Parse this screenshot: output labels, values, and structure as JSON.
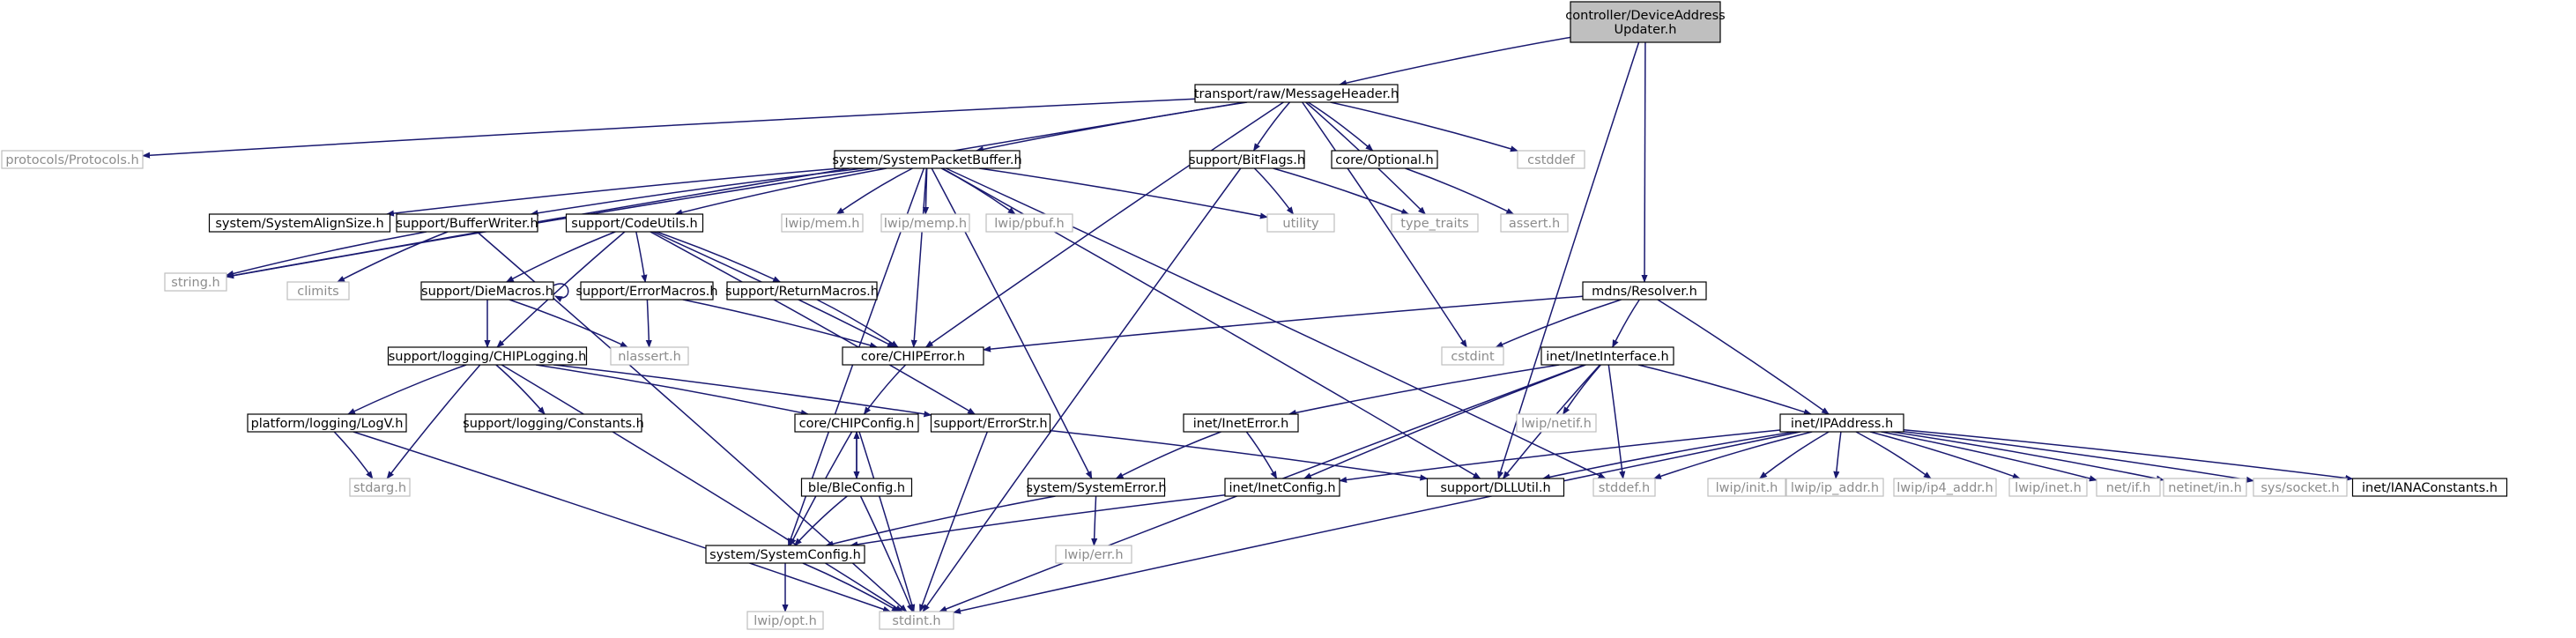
{
  "colors": {
    "edge": "#191970",
    "node_border": "#000000",
    "external_border": "#bfbfbf",
    "root_fill": "#bfbfbf",
    "text": "#000000",
    "external_text": "#8c8c8c"
  },
  "graph": {
    "nodes": [
      {
        "id": "root",
        "kind": "root",
        "label": [
          "controller/DeviceAddress",
          "Updater.h"
        ]
      },
      {
        "id": "messageheader",
        "kind": "file",
        "label": [
          "transport/raw/MessageHeader.h"
        ]
      },
      {
        "id": "protocols",
        "kind": "external",
        "label": [
          "protocols/Protocols.h"
        ]
      },
      {
        "id": "packetbuffer",
        "kind": "file",
        "label": [
          "system/SystemPacketBuffer.h"
        ]
      },
      {
        "id": "bitflags",
        "kind": "file",
        "label": [
          "support/BitFlags.h"
        ]
      },
      {
        "id": "optional",
        "kind": "file",
        "label": [
          "core/Optional.h"
        ]
      },
      {
        "id": "cstddef",
        "kind": "external",
        "label": [
          "cstddef"
        ]
      },
      {
        "id": "alignsize",
        "kind": "file",
        "label": [
          "system/SystemAlignSize.h"
        ]
      },
      {
        "id": "bufferwriter",
        "kind": "file",
        "label": [
          "support/BufferWriter.h"
        ]
      },
      {
        "id": "codeutils",
        "kind": "file",
        "label": [
          "support/CodeUtils.h"
        ]
      },
      {
        "id": "lwipmem",
        "kind": "external",
        "label": [
          "lwip/mem.h"
        ]
      },
      {
        "id": "lwipmemp",
        "kind": "external",
        "label": [
          "lwip/memp.h"
        ]
      },
      {
        "id": "lwippbuf",
        "kind": "external",
        "label": [
          "lwip/pbuf.h"
        ]
      },
      {
        "id": "utility",
        "kind": "external",
        "label": [
          "utility"
        ]
      },
      {
        "id": "typetraits",
        "kind": "external",
        "label": [
          "type_traits"
        ]
      },
      {
        "id": "asserth",
        "kind": "external",
        "label": [
          "assert.h"
        ]
      },
      {
        "id": "stringh",
        "kind": "external",
        "label": [
          "string.h"
        ]
      },
      {
        "id": "climits",
        "kind": "external",
        "label": [
          "climits"
        ]
      },
      {
        "id": "diemacros",
        "kind": "file",
        "label": [
          "support/DieMacros.h"
        ]
      },
      {
        "id": "errormacros",
        "kind": "file",
        "label": [
          "support/ErrorMacros.h"
        ]
      },
      {
        "id": "returnmacros",
        "kind": "file",
        "label": [
          "support/ReturnMacros.h"
        ]
      },
      {
        "id": "resolver",
        "kind": "file",
        "label": [
          "mdns/Resolver.h"
        ]
      },
      {
        "id": "chiplogging",
        "kind": "file",
        "label": [
          "support/logging/CHIPLogging.h"
        ]
      },
      {
        "id": "nlassert",
        "kind": "external",
        "label": [
          "nlassert.h"
        ]
      },
      {
        "id": "chiperror",
        "kind": "file",
        "label": [
          "core/CHIPError.h"
        ]
      },
      {
        "id": "cstdint",
        "kind": "external",
        "label": [
          "cstdint"
        ]
      },
      {
        "id": "inetinterface",
        "kind": "file",
        "label": [
          "inet/InetInterface.h"
        ]
      },
      {
        "id": "logv",
        "kind": "file",
        "label": [
          "platform/logging/LogV.h"
        ]
      },
      {
        "id": "constants",
        "kind": "file",
        "label": [
          "support/logging/Constants.h"
        ]
      },
      {
        "id": "chipconfig",
        "kind": "file",
        "label": [
          "core/CHIPConfig.h"
        ]
      },
      {
        "id": "errorstr",
        "kind": "file",
        "label": [
          "support/ErrorStr.h"
        ]
      },
      {
        "id": "ineterror",
        "kind": "file",
        "label": [
          "inet/InetError.h"
        ]
      },
      {
        "id": "netif",
        "kind": "external",
        "label": [
          "lwip/netif.h"
        ]
      },
      {
        "id": "ipaddress",
        "kind": "file",
        "label": [
          "inet/IPAddress.h"
        ]
      },
      {
        "id": "stdarg",
        "kind": "external",
        "label": [
          "stdarg.h"
        ]
      },
      {
        "id": "bleconfig",
        "kind": "file",
        "label": [
          "ble/BleConfig.h"
        ]
      },
      {
        "id": "systemerror",
        "kind": "file",
        "label": [
          "system/SystemError.h"
        ]
      },
      {
        "id": "inetconfig",
        "kind": "file",
        "label": [
          "inet/InetConfig.h"
        ]
      },
      {
        "id": "dllutil",
        "kind": "file",
        "label": [
          "support/DLLUtil.h"
        ]
      },
      {
        "id": "stddef",
        "kind": "external",
        "label": [
          "stddef.h"
        ]
      },
      {
        "id": "lwipinit",
        "kind": "external",
        "label": [
          "lwip/init.h"
        ]
      },
      {
        "id": "ipaddr",
        "kind": "external",
        "label": [
          "lwip/ip_addr.h"
        ]
      },
      {
        "id": "ip4addr",
        "kind": "external",
        "label": [
          "lwip/ip4_addr.h"
        ]
      },
      {
        "id": "lwipinet",
        "kind": "external",
        "label": [
          "lwip/inet.h"
        ]
      },
      {
        "id": "netifh",
        "kind": "external",
        "label": [
          "net/if.h"
        ]
      },
      {
        "id": "netinetin",
        "kind": "external",
        "label": [
          "netinet/in.h"
        ]
      },
      {
        "id": "syssocket",
        "kind": "external",
        "label": [
          "sys/socket.h"
        ]
      },
      {
        "id": "ianaconstants",
        "kind": "file",
        "label": [
          "inet/IANAConstants.h"
        ]
      },
      {
        "id": "systemconfig",
        "kind": "file",
        "label": [
          "system/SystemConfig.h"
        ]
      },
      {
        "id": "lwiperr",
        "kind": "external",
        "label": [
          "lwip/err.h"
        ]
      },
      {
        "id": "lwipopt",
        "kind": "external",
        "label": [
          "lwip/opt.h"
        ]
      },
      {
        "id": "stdint",
        "kind": "external",
        "label": [
          "stdint.h"
        ]
      }
    ]
  }
}
